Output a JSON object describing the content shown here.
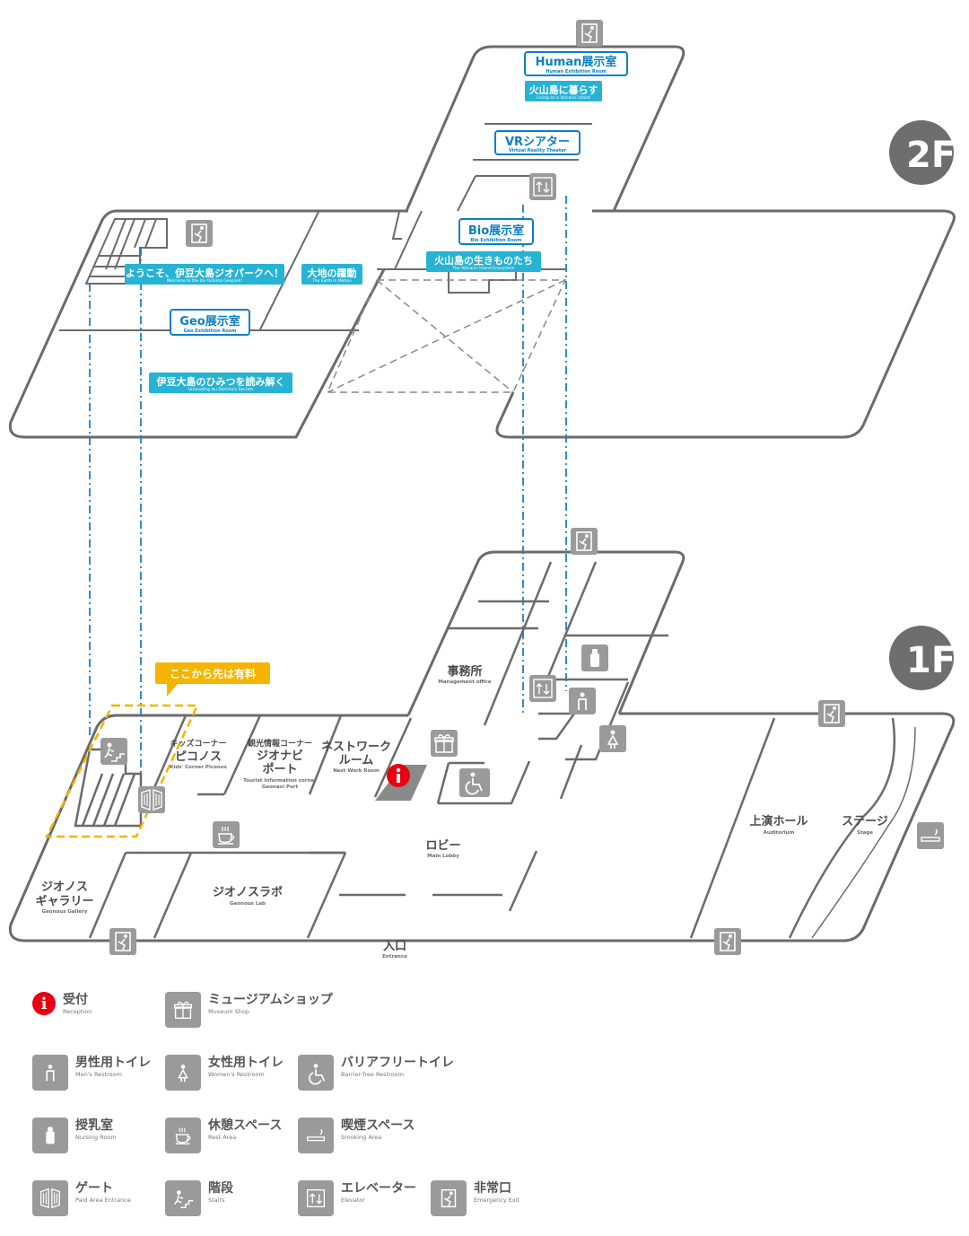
{
  "floors": {
    "f2": "2F",
    "f1": "1F"
  },
  "rooms2f": {
    "human": {
      "jp": "Human展示室",
      "en": "Human Exhibition Room"
    },
    "kazan_kurasu": {
      "jp": "火山島に暮らす",
      "en": "Living on a Volcanic Island"
    },
    "vr": {
      "jp": "VRシアター",
      "en": "Virtual Reality Theater"
    },
    "bio": {
      "jp": "Bio展示室",
      "en": "Bio Exhibition Room"
    },
    "kazan_ikimono": {
      "jp": "火山島の生きものたち",
      "en": "The Volcanic Island Ecosystem"
    },
    "youkoso": {
      "jp": "ようこそ、伊豆大島ジオパークへ！",
      "en": "Welcome to the Izu Oshima Geopark!"
    },
    "daichi": {
      "jp": "大地の躍動",
      "en": "The Earth in Motion"
    },
    "geo": {
      "jp": "Geo展示室",
      "en": "Geo Exhibition Room"
    },
    "himitsu": {
      "jp": "伊豆大島のひみつを読み解く",
      "en": "Unraveling Izu Oshima's Secrets"
    }
  },
  "rooms1f": {
    "paid_notice": "ここから先は有料",
    "jimusho": {
      "jp": "事務所",
      "en": "Management office"
    },
    "kids": {
      "jp1": "キッズコーナー",
      "jp2": "ピコノス",
      "en": "Kids' Corner Piconos"
    },
    "kanko": {
      "jp1": "観光情報コーナー",
      "jp2": "ジオナビ",
      "jp3": "ポート",
      "en1": "Tourist Information corner",
      "en2": "Geonavi Port"
    },
    "nest": {
      "jp1": "ネストワーク",
      "jp2": "ルーム",
      "en": "Nest Work Room"
    },
    "lobby": {
      "jp": "ロビー",
      "en": "Main Lobby"
    },
    "hall": {
      "jp": "上演ホール",
      "en": "Auditorium"
    },
    "stage": {
      "jp": "ステージ",
      "en": "Stage"
    },
    "gallery": {
      "jp1": "ジオノス",
      "jp2": "ギャラリー",
      "en": "Geonous Gallery"
    },
    "lab": {
      "jp": "ジオノスラボ",
      "en": "Geonous Lab"
    },
    "entrance": {
      "jp": "入口",
      "en": "Entrance"
    }
  },
  "legend": {
    "reception": {
      "jp": "受付",
      "en": "Reception"
    },
    "shop": {
      "jp": "ミュージアムショップ",
      "en": "Museum Shop"
    },
    "men": {
      "jp": "男性用トイレ",
      "en": "Men's Restroom"
    },
    "women": {
      "jp": "女性用トイレ",
      "en": "Women's Restroom"
    },
    "barrier": {
      "jp": "バリアフリートイレ",
      "en": "Barrier-free Restroom"
    },
    "nursing": {
      "jp": "授乳室",
      "en": "Nursing Room"
    },
    "rest": {
      "jp": "休憩スペース",
      "en": "Rest Area"
    },
    "smoking": {
      "jp": "喫煙スペース",
      "en": "Smoking Area"
    },
    "gate": {
      "jp": "ゲート",
      "en": "Paid Area Entrance"
    },
    "stairs": {
      "jp": "階段",
      "en": "Stairs"
    },
    "elevator": {
      "jp": "エレベーター",
      "en": "Elevator"
    },
    "exit": {
      "jp": "非常口",
      "en": "Emergency Exit"
    }
  },
  "colors": {
    "wall": "#6b6b6b",
    "icon_bg": "#9a9a9a",
    "badge_blue": "#0a7fc4",
    "teal": "#27b3d4",
    "paid_yellow": "#f5b400",
    "reception_red": "#e60012",
    "floor_badge": "#6e6e6e"
  }
}
